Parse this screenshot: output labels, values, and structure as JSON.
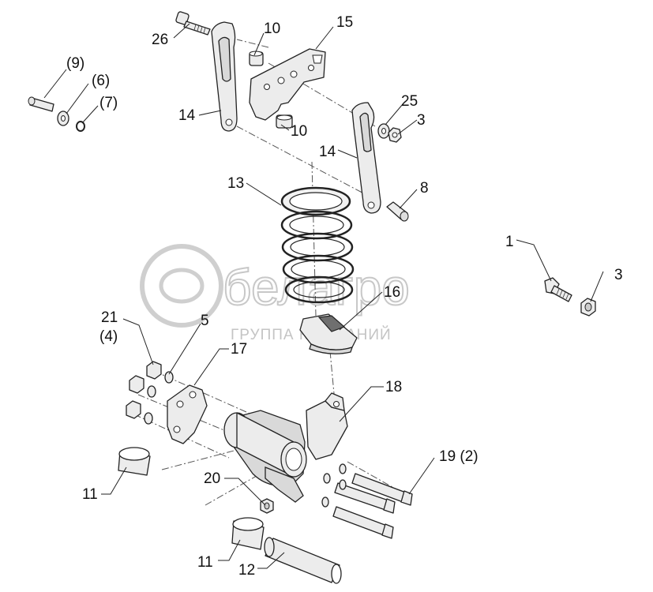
{
  "watermark": {
    "brand": "белагро",
    "subtitle": "ГРУППА КОМПАНИЙ"
  },
  "callouts": {
    "c26": "26",
    "c10a": "10",
    "c15": "15",
    "c9": "(9)",
    "c6": "(6)",
    "c7": "(7)",
    "c14a": "14",
    "c10b": "10",
    "c25": "25",
    "c3a": "3",
    "c14b": "14",
    "c13": "13",
    "c8": "8",
    "c1": "1",
    "c3b": "3",
    "c16": "16",
    "c21": "21",
    "c4": "(4)",
    "c5": "5",
    "c17": "17",
    "c18": "18",
    "c19": "19 (2)",
    "c20": "20",
    "c11a": "11",
    "c11b": "11",
    "c12": "12"
  }
}
